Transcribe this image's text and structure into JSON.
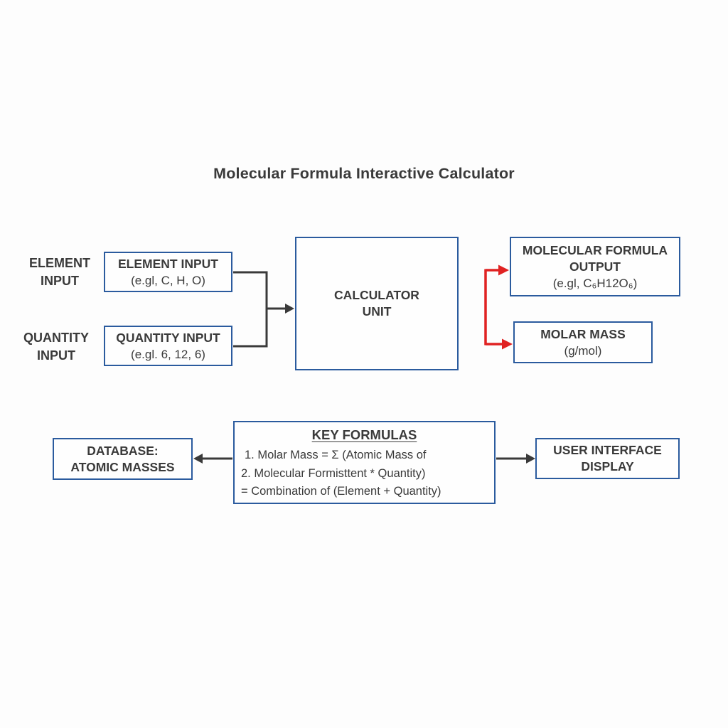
{
  "title": "Molecular Formula Interactive Calculator",
  "colors": {
    "border": "#2b5b9e",
    "text": "#3a3a3a",
    "arrow_dark": "#3a3a3a",
    "arrow_red": "#e02222",
    "bg": "#fdfdfd"
  },
  "flow": {
    "element_label": "ELEMENT INPUT",
    "quantity_label": "QUANTITY INPUT",
    "element_box": {
      "title": "ELEMENT INPUT",
      "example": "(e.gl, C, H, O)"
    },
    "quantity_box": {
      "title": "QUANTITY INPUT",
      "example": "(e.gl. 6, 12, 6)"
    },
    "calculator_box": {
      "title_line1": "CALCULATOR",
      "title_line2": "UNIT"
    },
    "formula_output_box": {
      "title_line1": "MOLECULAR FORMULA",
      "title_line2": "OUTPUT",
      "example": "(e.gl, C₆H12O₆)"
    },
    "molar_mass_box": {
      "title": "MOLAR MASS",
      "example": "(g/mol)"
    },
    "database_box": {
      "line1": "DATABASE:",
      "line2": "ATOMIC MASSES"
    },
    "key_formulas_box": {
      "title": "KEY FORMULAS",
      "lines": [
        "1. Molar Mass = Σ (Atomic Mass of",
        "2. Molecular Formisttent * Quantity)",
        "= Combination of (Element + Quantity)"
      ]
    },
    "ui_display_box": {
      "line1": "USER INTERFACE",
      "line2": "DISPLAY"
    }
  }
}
